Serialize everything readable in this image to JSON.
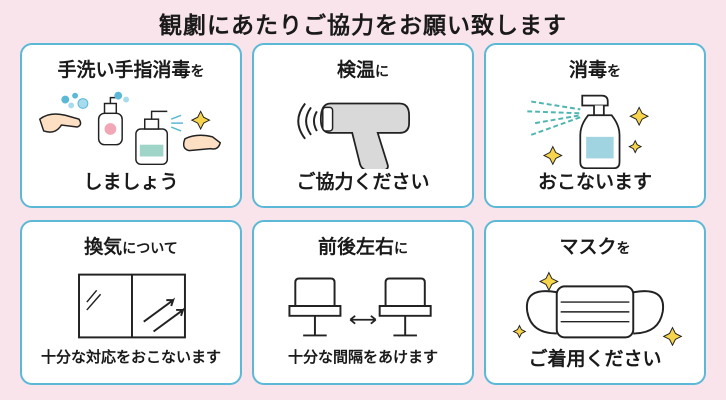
{
  "title": "観劇にあたりご協力をお願い致します",
  "cards": [
    {
      "head_main": "手洗い手指消毒",
      "head_small": "を",
      "foot": "しましょう",
      "icon": "handwash-icon"
    },
    {
      "head_main": "検温",
      "head_small": "に",
      "foot": "ご協力ください",
      "icon": "thermometer-icon"
    },
    {
      "head_main": "消毒",
      "head_small": "を",
      "foot": "おこないます",
      "icon": "spray-bottle-icon"
    },
    {
      "head_main": "換気",
      "head_small": "について",
      "foot": "十分な対応をおこないます",
      "icon": "window-ventilation-icon"
    },
    {
      "head_main": "前後左右",
      "head_small": "に",
      "foot": "十分な間隔をあけます",
      "icon": "seat-distance-icon"
    },
    {
      "head_main": "マスク",
      "head_small": "を",
      "foot": "ご着用ください",
      "icon": "mask-icon"
    }
  ],
  "colors": {
    "background": "#f9e4ec",
    "card_border": "#5bb8d6",
    "accent_blue": "#5bb8d6",
    "accent_yellow": "#f6d44b",
    "skin": "#fde0c4"
  }
}
